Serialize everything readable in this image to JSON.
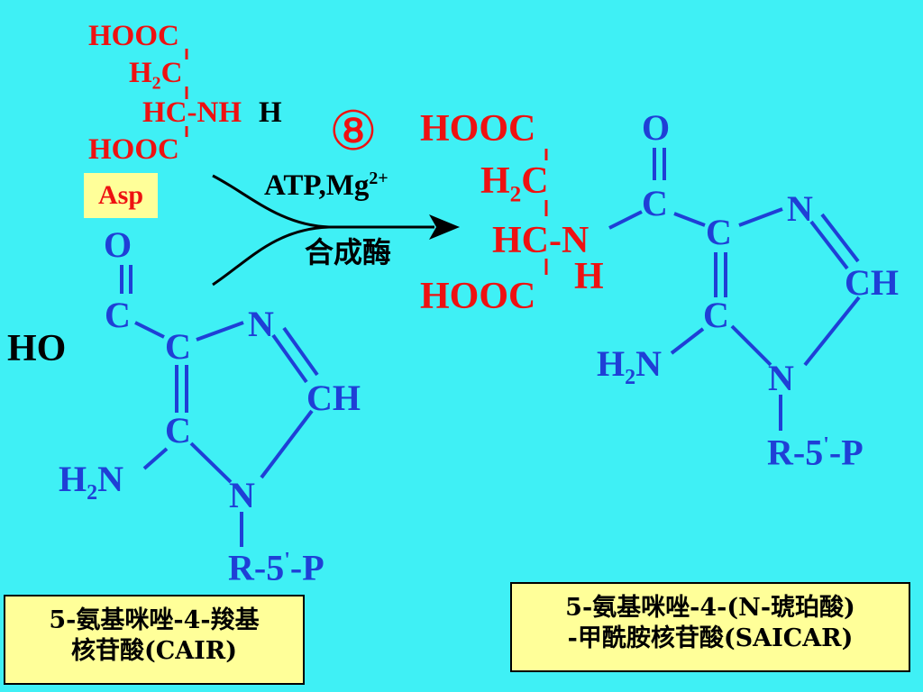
{
  "asp": {
    "hooc_top": "HOOC",
    "h2c": "H",
    "h2c_sub": "2",
    "h2c_c": "C",
    "hc": "HC",
    "nh": "-NH",
    "h": "H",
    "hooc_bottom": "HOOC",
    "label": "Asp"
  },
  "step_number": "⑧",
  "arrow": {
    "cofactor": "ATP,Mg",
    "cofactor_sup": "2+",
    "enzyme": "合成酶"
  },
  "cair": {
    "o": "O",
    "c_carboxyl": "C",
    "ho": "HO",
    "c4": "C",
    "n3": "N",
    "ch": "CH",
    "c5": "C",
    "h2n": "H",
    "h2n_sub": "2",
    "h2n_n": "N",
    "n1": "N",
    "ribose": "R-5",
    "prime": "'",
    "phosphate": "-P",
    "name_line1": "5-氨基咪唑-4-羧基",
    "name_line2": "核苷酸(CAIR)"
  },
  "saicar": {
    "hooc_top": "HOOC",
    "h2c": "H",
    "h2c_sub": "2",
    "h2c_c": "C",
    "hc": "HC",
    "n_amide": "-N",
    "h_amide": "H",
    "hooc_bottom": "HOOC",
    "o": "O",
    "c_amide": "C",
    "c4": "C",
    "n3": "N",
    "ch": "CH",
    "c5": "C",
    "h2n": "H",
    "h2n_sub": "2",
    "h2n_n": "N",
    "n1": "N",
    "ribose": "R-5",
    "prime": "'",
    "phosphate": "-P",
    "name_line1": "5-氨基咪唑-4-(N-琥珀酸)",
    "name_line2": "-甲酰胺核苷酸(SAICAR)"
  },
  "colors": {
    "background": "#3ff0f5",
    "red": "#ee1111",
    "blue": "#1f3fd6",
    "label_box": "#ffff99"
  }
}
